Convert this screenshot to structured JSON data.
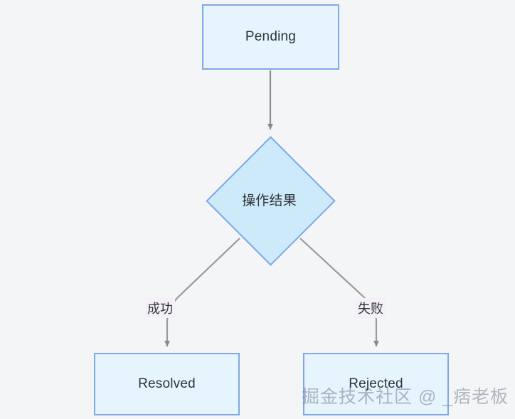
{
  "diagram": {
    "type": "flowchart",
    "background_color": "#f4f5f7",
    "node_fill": "#e6f4fd",
    "decision_fill": "#cdeafb",
    "node_border_color": "#7fa8e8",
    "edge_color": "#8a8a8a",
    "text_color": "#2f3438",
    "nodes": [
      {
        "id": "pending",
        "label": "Pending",
        "shape": "rectangle"
      },
      {
        "id": "decision",
        "label": "操作结果",
        "shape": "diamond"
      },
      {
        "id": "resolved",
        "label": "Resolved",
        "shape": "rectangle"
      },
      {
        "id": "rejected",
        "label": "Rejected",
        "shape": "rectangle"
      }
    ],
    "edges": [
      {
        "from": "pending",
        "to": "decision",
        "label": ""
      },
      {
        "from": "decision",
        "to": "resolved",
        "label": "成功"
      },
      {
        "from": "decision",
        "to": "rejected",
        "label": "失败"
      }
    ],
    "edge_labels": {
      "success": "成功",
      "failure": "失败"
    }
  },
  "watermark": {
    "text": "掘金技术社区 @ _痞老板"
  }
}
